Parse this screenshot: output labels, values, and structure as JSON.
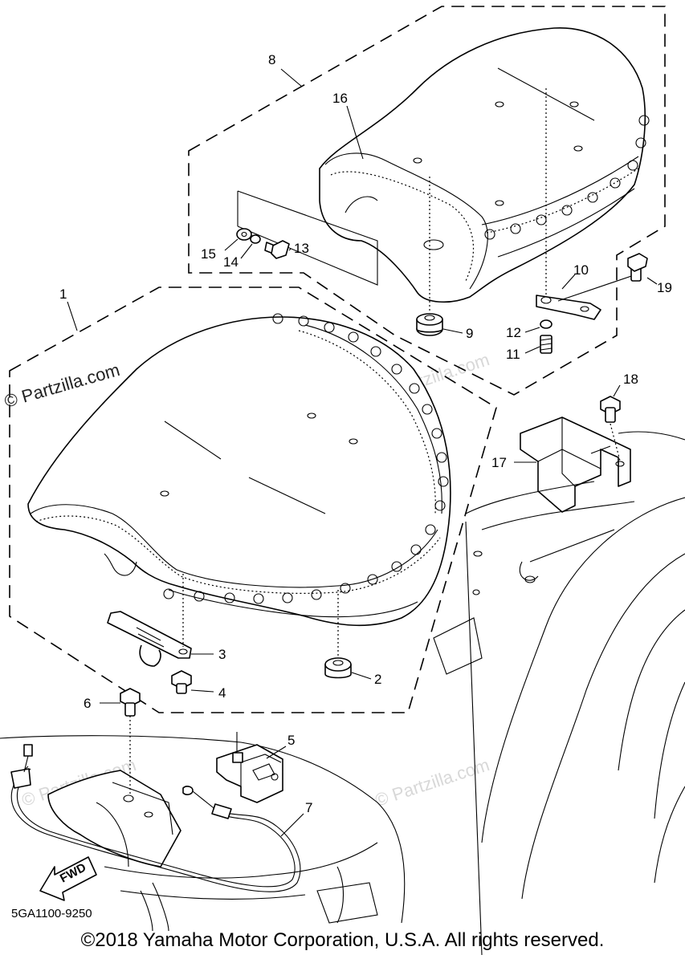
{
  "diagram": {
    "callouts": [
      "1",
      "2",
      "3",
      "4",
      "5",
      "6",
      "7",
      "8",
      "9",
      "10",
      "11",
      "12",
      "13",
      "14",
      "15",
      "16",
      "17",
      "18",
      "19"
    ],
    "watermark_main": "© Partzilla.com",
    "watermark_faint": "© Partzilla.com",
    "fwd_label": "FWD",
    "diagram_code": "5GA1100-9250",
    "copyright": "©2018 Yamaha Motor Corporation, U.S.A. All rights reserved."
  }
}
